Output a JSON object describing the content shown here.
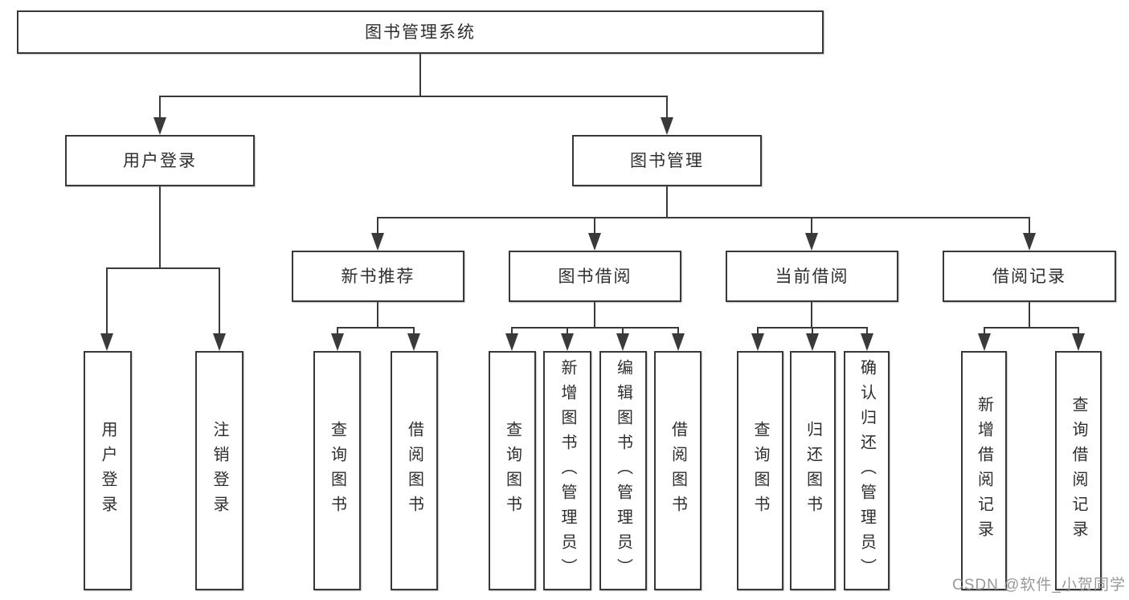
{
  "tree": {
    "root": {
      "label": "图书管理系统",
      "children": [
        {
          "label": "用户登录",
          "children": [
            {
              "label": "用户登录"
            },
            {
              "label": "注销登录"
            }
          ]
        },
        {
          "label": "图书管理",
          "children": [
            {
              "label": "新书推荐",
              "children": [
                {
                  "label": "查询图书"
                },
                {
                  "label": "借阅图书"
                }
              ]
            },
            {
              "label": "图书借阅",
              "children": [
                {
                  "label": "查询图书"
                },
                {
                  "label": "新增图书（管理员）"
                },
                {
                  "label": "编辑图书（管理员）"
                },
                {
                  "label": "借阅图书"
                }
              ]
            },
            {
              "label": "当前借阅",
              "children": [
                {
                  "label": "查询图书"
                },
                {
                  "label": "归还图书"
                },
                {
                  "label": "确认归还（管理员）"
                }
              ]
            },
            {
              "label": "借阅记录",
              "children": [
                {
                  "label": "新增借阅记录"
                },
                {
                  "label": "查询借阅记录"
                }
              ]
            }
          ]
        }
      ]
    }
  },
  "watermark": {
    "text": "CSDN @软件_小贺同学"
  },
  "colors": {
    "line": "#3a3a3a",
    "box_border": "#383838",
    "box_fill": "#ffffff",
    "text": "#2e2e2e",
    "watermark": "#949494",
    "background": "#ffffff"
  }
}
